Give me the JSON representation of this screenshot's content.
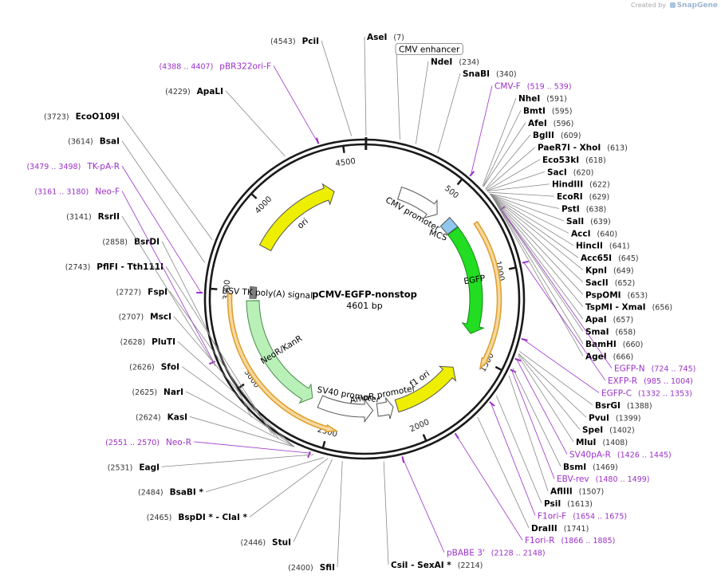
{
  "watermark": {
    "prefix": "Created by",
    "brand": "SnapGene"
  },
  "plasmid": {
    "name": "pCMV-EGFP-nonstop",
    "length_label": "4601 bp",
    "length": 4601
  },
  "colors": {
    "backbone": "#1a1a1a",
    "enzyme_line": "#888888",
    "primer": "#9b30c8",
    "enzyme_text": "#000000",
    "coord_text": "#333333",
    "egfp": "#22dd22",
    "ori": "#eeee00",
    "f1ori": "#eeee00",
    "neokan": "#b8f0b8",
    "mcs": "#8ec6ee",
    "promoter": "#ffffff",
    "orf_outline": "#e0a030",
    "tk_polya": "#808080"
  },
  "ticks": [
    {
      "pos": 500,
      "label": "500"
    },
    {
      "pos": 1000,
      "label": "1000"
    },
    {
      "pos": 1500,
      "label": "1500"
    },
    {
      "pos": 2000,
      "label": "2000"
    },
    {
      "pos": 2500,
      "label": "2500"
    },
    {
      "pos": 3000,
      "label": "3000"
    },
    {
      "pos": 3500,
      "label": "3500"
    },
    {
      "pos": 4000,
      "label": "4000"
    },
    {
      "pos": 4500,
      "label": "4500"
    }
  ],
  "features": [
    {
      "id": "cmv-promoter",
      "label": "CMV promoter",
      "start": 235,
      "end": 519,
      "type": "promoter"
    },
    {
      "id": "mcs",
      "label": "MCS",
      "start": 591,
      "end": 666,
      "type": "mcs"
    },
    {
      "id": "egfp",
      "label": "EGFP",
      "start": 670,
      "end": 1380,
      "type": "cds"
    },
    {
      "id": "f1-ori",
      "label": "f1 ori",
      "start": 1630,
      "end": 2085,
      "type": "ori",
      "reverse": true
    },
    {
      "id": "ampr-promoter",
      "label": "AmpR promoter",
      "start": 2110,
      "end": 2215,
      "type": "promoter",
      "reverse": true
    },
    {
      "id": "sv40-promoter",
      "label": "SV40 promoter",
      "start": 2245,
      "end": 2600,
      "type": "promoter",
      "reverse": true
    },
    {
      "id": "neor-kanr",
      "label": "NeoR/KanR",
      "start": 2655,
      "end": 3440,
      "type": "neo",
      "reverse": true
    },
    {
      "id": "hsv-tk-polya",
      "label": "HSV TK poly(A) signal",
      "start": 3455,
      "end": 3470,
      "type": "polya"
    },
    {
      "id": "ori",
      "label": "ori",
      "start": 3800,
      "end": 4400,
      "type": "ori"
    }
  ],
  "orfs": [
    {
      "start": 710,
      "end": 1545,
      "reverse": false
    },
    {
      "start": 2455,
      "end": 3480,
      "reverse": true
    }
  ],
  "site_marks": [
    {
      "pos": 7,
      "style": "black"
    },
    {
      "pos": 4390,
      "style": "primer"
    },
    {
      "pos": 519,
      "style": "primer"
    },
    {
      "pos": 724,
      "style": "primer"
    },
    {
      "pos": 985,
      "style": "primer"
    },
    {
      "pos": 1332,
      "style": "primer"
    },
    {
      "pos": 1426,
      "style": "primer"
    },
    {
      "pos": 1480,
      "style": "primer"
    },
    {
      "pos": 1654,
      "style": "primer"
    },
    {
      "pos": 1866,
      "style": "primer"
    },
    {
      "pos": 2128,
      "style": "primer"
    },
    {
      "pos": 2551,
      "style": "primer"
    },
    {
      "pos": 3161,
      "style": "primer"
    },
    {
      "pos": 3479,
      "style": "primer"
    }
  ],
  "labels": [
    {
      "name": "AseI",
      "coord": "(7)",
      "pos": 7,
      "side": "right",
      "slot": 0,
      "kind": "enzyme"
    },
    {
      "name": "CMV enhancer",
      "coord": "",
      "pos": 160,
      "side": "right",
      "slot": 1,
      "kind": "feature"
    },
    {
      "name": "NdeI",
      "coord": "(234)",
      "pos": 234,
      "side": "right",
      "slot": 2,
      "kind": "enzyme"
    },
    {
      "name": "SnaBI",
      "coord": "(340)",
      "pos": 340,
      "side": "right",
      "slot": 3,
      "kind": "enzyme"
    },
    {
      "name": "CMV-F",
      "coord": "(519 .. 539)",
      "pos": 519,
      "side": "right",
      "slot": 4,
      "kind": "primer"
    },
    {
      "name": "NheI",
      "coord": "(591)",
      "pos": 591,
      "side": "right",
      "slot": 5,
      "kind": "enzyme"
    },
    {
      "name": "BmtI",
      "coord": "(595)",
      "pos": 595,
      "side": "right",
      "slot": 6,
      "kind": "enzyme"
    },
    {
      "name": "AfeI",
      "coord": "(596)",
      "pos": 596,
      "side": "right",
      "slot": 7,
      "kind": "enzyme"
    },
    {
      "name": "BglII",
      "coord": "(609)",
      "pos": 609,
      "side": "right",
      "slot": 8,
      "kind": "enzyme"
    },
    {
      "name": "PaeR7I - XhoI",
      "coord": "(613)",
      "pos": 613,
      "side": "right",
      "slot": 9,
      "kind": "enzyme"
    },
    {
      "name": "Eco53kI",
      "coord": "(618)",
      "pos": 618,
      "side": "right",
      "slot": 10,
      "kind": "enzyme"
    },
    {
      "name": "SacI",
      "coord": "(620)",
      "pos": 620,
      "side": "right",
      "slot": 11,
      "kind": "enzyme"
    },
    {
      "name": "HindIII",
      "coord": "(622)",
      "pos": 622,
      "side": "right",
      "slot": 12,
      "kind": "enzyme"
    },
    {
      "name": "EcoRI",
      "coord": "(629)",
      "pos": 629,
      "side": "right",
      "slot": 13,
      "kind": "enzyme"
    },
    {
      "name": "PstI",
      "coord": "(638)",
      "pos": 638,
      "side": "right",
      "slot": 14,
      "kind": "enzyme"
    },
    {
      "name": "SalI",
      "coord": "(639)",
      "pos": 639,
      "side": "right",
      "slot": 15,
      "kind": "enzyme"
    },
    {
      "name": "AccI",
      "coord": "(640)",
      "pos": 640,
      "side": "right",
      "slot": 16,
      "kind": "enzyme"
    },
    {
      "name": "HincII",
      "coord": "(641)",
      "pos": 641,
      "side": "right",
      "slot": 17,
      "kind": "enzyme"
    },
    {
      "name": "Acc65I",
      "coord": "(645)",
      "pos": 645,
      "side": "right",
      "slot": 18,
      "kind": "enzyme"
    },
    {
      "name": "KpnI",
      "coord": "(649)",
      "pos": 649,
      "side": "right",
      "slot": 19,
      "kind": "enzyme"
    },
    {
      "name": "SacII",
      "coord": "(652)",
      "pos": 652,
      "side": "right",
      "slot": 20,
      "kind": "enzyme"
    },
    {
      "name": "PspOMI",
      "coord": "(653)",
      "pos": 653,
      "side": "right",
      "slot": 21,
      "kind": "enzyme"
    },
    {
      "name": "TspMI - XmaI",
      "coord": "(656)",
      "pos": 656,
      "side": "right",
      "slot": 22,
      "kind": "enzyme"
    },
    {
      "name": "ApaI",
      "coord": "(657)",
      "pos": 657,
      "side": "right",
      "slot": 23,
      "kind": "enzyme"
    },
    {
      "name": "SmaI",
      "coord": "(658)",
      "pos": 658,
      "side": "right",
      "slot": 24,
      "kind": "enzyme"
    },
    {
      "name": "BamHI",
      "coord": "(660)",
      "pos": 660,
      "side": "right",
      "slot": 25,
      "kind": "enzyme"
    },
    {
      "name": "AgeI",
      "coord": "(666)",
      "pos": 666,
      "side": "right",
      "slot": 26,
      "kind": "enzyme"
    },
    {
      "name": "EGFP-N",
      "coord": "(724 .. 745)",
      "pos": 724,
      "side": "right",
      "slot": 27,
      "kind": "primer"
    },
    {
      "name": "EXFP-R",
      "coord": "(985 .. 1004)",
      "pos": 985,
      "side": "right",
      "slot": 28,
      "kind": "primer"
    },
    {
      "name": "EGFP-C",
      "coord": "(1332 .. 1353)",
      "pos": 1332,
      "side": "right",
      "slot": 29,
      "kind": "primer"
    },
    {
      "name": "BsrGI",
      "coord": "(1388)",
      "pos": 1388,
      "side": "right",
      "slot": 30,
      "kind": "enzyme"
    },
    {
      "name": "PvuI",
      "coord": "(1399)",
      "pos": 1399,
      "side": "right",
      "slot": 31,
      "kind": "enzyme"
    },
    {
      "name": "SpeI",
      "coord": "(1402)",
      "pos": 1402,
      "side": "right",
      "slot": 32,
      "kind": "enzyme"
    },
    {
      "name": "MluI",
      "coord": "(1408)",
      "pos": 1408,
      "side": "right",
      "slot": 33,
      "kind": "enzyme"
    },
    {
      "name": "SV40pA-R",
      "coord": "(1426 .. 1445)",
      "pos": 1426,
      "side": "right",
      "slot": 34,
      "kind": "primer"
    },
    {
      "name": "BsmI",
      "coord": "(1469)",
      "pos": 1469,
      "side": "right",
      "slot": 35,
      "kind": "enzyme"
    },
    {
      "name": "EBV-rev",
      "coord": "(1480 .. 1499)",
      "pos": 1480,
      "side": "right",
      "slot": 36,
      "kind": "primer"
    },
    {
      "name": "AflIII",
      "coord": "(1507)",
      "pos": 1507,
      "side": "right",
      "slot": 37,
      "kind": "enzyme"
    },
    {
      "name": "PsiI",
      "coord": "(1613)",
      "pos": 1613,
      "side": "right",
      "slot": 38,
      "kind": "enzyme"
    },
    {
      "name": "F1ori-F",
      "coord": "(1654 .. 1675)",
      "pos": 1654,
      "side": "right",
      "slot": 39,
      "kind": "primer"
    },
    {
      "name": "DraIII",
      "coord": "(1741)",
      "pos": 1741,
      "side": "right",
      "slot": 40,
      "kind": "enzyme"
    },
    {
      "name": "F1ori-R",
      "coord": "(1866 .. 1885)",
      "pos": 1866,
      "side": "right",
      "slot": 41,
      "kind": "primer"
    },
    {
      "name": "pBABE 3'",
      "coord": "(2128 .. 2148)",
      "pos": 2128,
      "side": "right",
      "slot": 42,
      "kind": "primer"
    },
    {
      "name": "CsiI - SexAI *",
      "coord": "(2214)",
      "pos": 2214,
      "side": "right",
      "slot": 43,
      "kind": "enzyme"
    },
    {
      "name": "SfiI",
      "coord": "(2400)",
      "pos": 2400,
      "side": "left",
      "slot": 0,
      "kind": "enzyme"
    },
    {
      "name": "StuI",
      "coord": "(2446)",
      "pos": 2446,
      "side": "left",
      "slot": 1,
      "kind": "enzyme"
    },
    {
      "name": "BspDI * - ClaI *",
      "coord": "(2465)",
      "pos": 2465,
      "side": "left",
      "slot": 2,
      "kind": "enzyme"
    },
    {
      "name": "BsaBI *",
      "coord": "(2484)",
      "pos": 2484,
      "side": "left",
      "slot": 3,
      "kind": "enzyme"
    },
    {
      "name": "EagI",
      "coord": "(2531)",
      "pos": 2531,
      "side": "left",
      "slot": 4,
      "kind": "enzyme"
    },
    {
      "name": "Neo-R",
      "coord": "(2551 .. 2570)",
      "pos": 2551,
      "side": "left",
      "slot": 5,
      "kind": "primer"
    },
    {
      "name": "KasI",
      "coord": "(2624)",
      "pos": 2624,
      "side": "left",
      "slot": 6,
      "kind": "enzyme"
    },
    {
      "name": "NarI",
      "coord": "(2625)",
      "pos": 2625,
      "side": "left",
      "slot": 7,
      "kind": "enzyme"
    },
    {
      "name": "SfoI",
      "coord": "(2626)",
      "pos": 2626,
      "side": "left",
      "slot": 8,
      "kind": "enzyme"
    },
    {
      "name": "PluTI",
      "coord": "(2628)",
      "pos": 2628,
      "side": "left",
      "slot": 9,
      "kind": "enzyme"
    },
    {
      "name": "MscI",
      "coord": "(2707)",
      "pos": 2707,
      "side": "left",
      "slot": 10,
      "kind": "enzyme"
    },
    {
      "name": "FspI",
      "coord": "(2727)",
      "pos": 2727,
      "side": "left",
      "slot": 11,
      "kind": "enzyme"
    },
    {
      "name": "PflFI - Tth111I",
      "coord": "(2743)",
      "pos": 2743,
      "side": "left",
      "slot": 12,
      "kind": "enzyme"
    },
    {
      "name": "BsrDI",
      "coord": "(2858)",
      "pos": 2858,
      "side": "left",
      "slot": 13,
      "kind": "enzyme"
    },
    {
      "name": "RsrII",
      "coord": "(3141)",
      "pos": 3141,
      "side": "left",
      "slot": 14,
      "kind": "enzyme"
    },
    {
      "name": "Neo-F",
      "coord": "(3161 .. 3180)",
      "pos": 3161,
      "side": "left",
      "slot": 15,
      "kind": "primer"
    },
    {
      "name": "TK-pA-R",
      "coord": "(3479 .. 3498)",
      "pos": 3479,
      "side": "left",
      "slot": 16,
      "kind": "primer"
    },
    {
      "name": "BsaI",
      "coord": "(3614)",
      "pos": 3614,
      "side": "left",
      "slot": 17,
      "kind": "enzyme"
    },
    {
      "name": "EcoO109I",
      "coord": "(3723)",
      "pos": 3723,
      "side": "left",
      "slot": 18,
      "kind": "enzyme"
    },
    {
      "name": "ApaLI",
      "coord": "(4229)",
      "pos": 4229,
      "side": "left",
      "slot": 19,
      "kind": "enzyme"
    },
    {
      "name": "pBR322ori-F",
      "coord": "(4388 .. 4407)",
      "pos": 4388,
      "side": "left",
      "slot": 20,
      "kind": "primer"
    },
    {
      "name": "PciI",
      "coord": "(4543)",
      "pos": 4543,
      "side": "left",
      "slot": 21,
      "kind": "enzyme"
    }
  ]
}
